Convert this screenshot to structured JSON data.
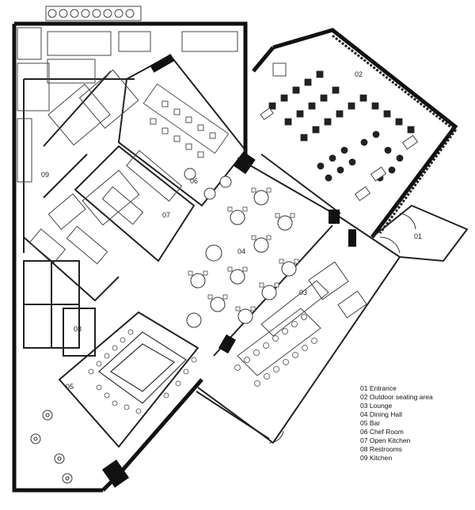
{
  "rooms": [
    {
      "code": "01",
      "name": "Entrance"
    },
    {
      "code": "02",
      "name": "Outdoor seating area"
    },
    {
      "code": "03",
      "name": "Lounge"
    },
    {
      "code": "04",
      "name": "Dining Hall"
    },
    {
      "code": "05",
      "name": "Bar"
    },
    {
      "code": "06",
      "name": "Chef Room"
    },
    {
      "code": "07",
      "name": "Open Kitchen"
    },
    {
      "code": "08",
      "name": "Restrooms"
    },
    {
      "code": "09",
      "name": "Kitchen"
    }
  ],
  "legend": [
    "01 Entrance",
    "02 Outdoor seating area",
    "03 Lounge",
    "04 Dining Hall",
    "05 Bar",
    "06 Chef Room",
    "07 Open Kitchen",
    "08 Restrooms",
    "09 Kitchen"
  ],
  "colors": {
    "wall": "#111111",
    "line": "#333333",
    "furniture": "#555555",
    "background": "#ffffff"
  }
}
